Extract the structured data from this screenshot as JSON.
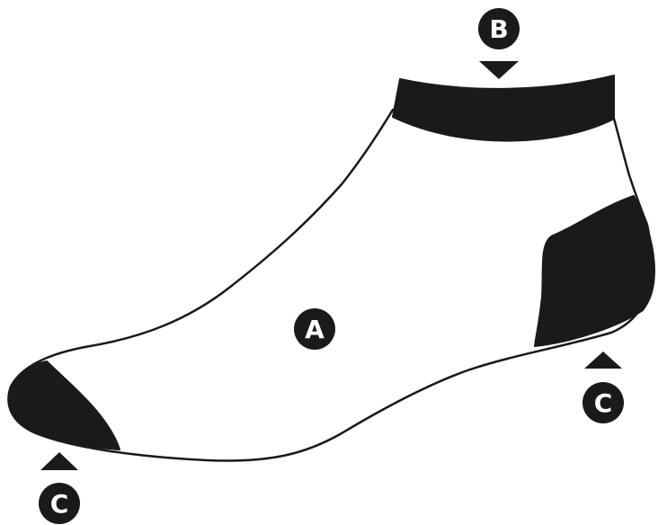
{
  "diagram": {
    "labels": {
      "body": "A",
      "cuff": "B",
      "heel": "C",
      "toe": "C"
    },
    "colors": {
      "outline": "#1a1a1a",
      "panel_fill": "#1a1a1a",
      "sock_fill": "#ffffff",
      "badge_fill": "#1a1a1a",
      "badge_text": "#ffffff",
      "background": "#ffffff"
    }
  }
}
